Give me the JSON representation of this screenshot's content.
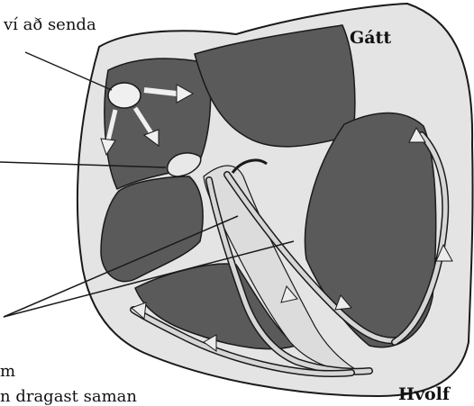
{
  "labels": {
    "top_left": "ví að senda",
    "atrium": "Gátt",
    "ventricle": "Hvolf",
    "bottom_left_1": "m",
    "bottom_left_2": "n dragast saman"
  },
  "colors": {
    "chamber": "#5a5a5a",
    "wall": "#e4e4e4",
    "conduction": "#d6d6d6",
    "outline": "#1a1a1a",
    "background": "#ffffff"
  }
}
